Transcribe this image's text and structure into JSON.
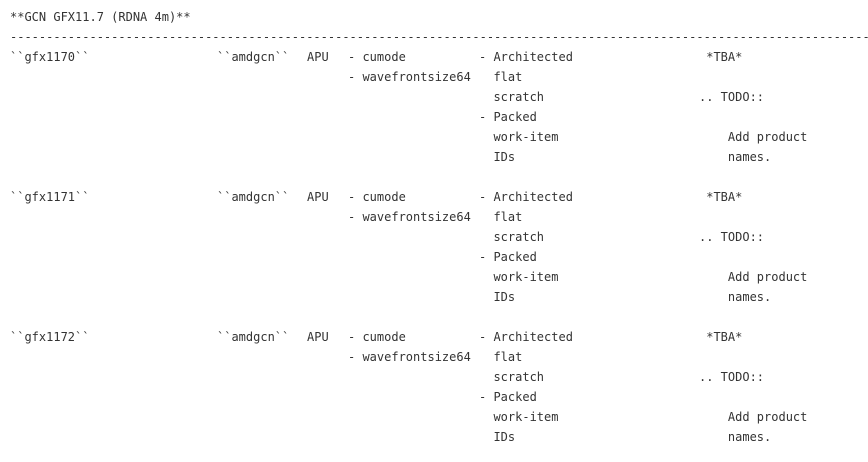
{
  "doc": {
    "heading": "**GCN GFX11.7 (RDNA 4m)**",
    "separator": "----------------------------------------------------------------------------------------------------------------------------------"
  },
  "table": {
    "rows": [
      {
        "processor": "``gfx1170``",
        "target_triple": "``amdgcn``",
        "dgpu_apu": "APU",
        "target_features": "- cumode\n- wavefrontsize64",
        "hw_features": "- Architected\n  flat\n  scratch\n- Packed\n  work-item\n  IDs",
        "example_products": " *TBA*\n\n.. TODO::\n\n    Add product\n    names."
      },
      {
        "processor": "``gfx1171``",
        "target_triple": "``amdgcn``",
        "dgpu_apu": "APU",
        "target_features": "- cumode\n- wavefrontsize64",
        "hw_features": "- Architected\n  flat\n  scratch\n- Packed\n  work-item\n  IDs",
        "example_products": " *TBA*\n\n.. TODO::\n\n    Add product\n    names."
      },
      {
        "processor": "``gfx1172``",
        "target_triple": "``amdgcn``",
        "dgpu_apu": "APU",
        "target_features": "- cumode\n- wavefrontsize64",
        "hw_features": "- Architected\n  flat\n  scratch\n- Packed\n  work-item\n  IDs",
        "example_products": " *TBA*\n\n.. TODO::\n\n    Add product\n    names."
      }
    ]
  }
}
